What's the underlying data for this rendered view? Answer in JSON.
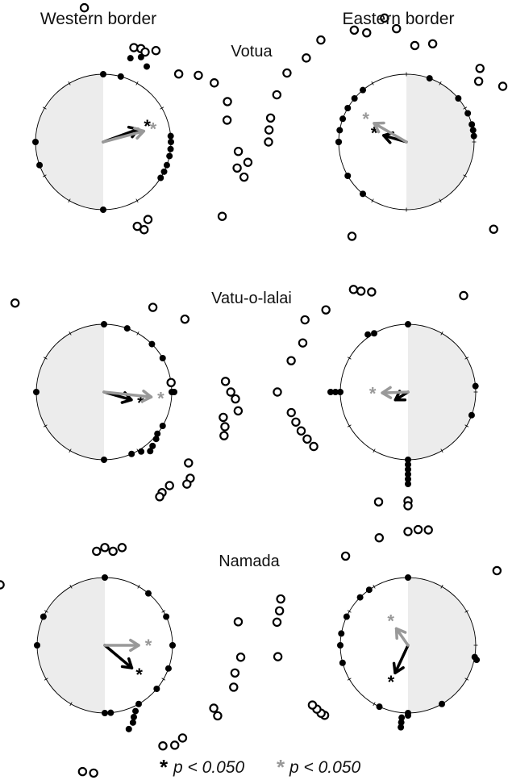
{
  "headers": {
    "left": "Western border",
    "right": "Eastern border"
  },
  "legend": {
    "item1": {
      "symbol": "*",
      "text": "p < 0.050",
      "color": "#000000"
    },
    "item2": {
      "symbol": "*",
      "text": "p < 0.050",
      "color": "#999999"
    }
  },
  "colors": {
    "sector": "#ececec",
    "gray": "#999999",
    "black": "#000000"
  },
  "chart_data": [
    {
      "type": "circular",
      "site": "Votua",
      "border": "Western border",
      "title": "Votua",
      "shaded_half": "left",
      "filled_points": [
        [
          -90,
          0.0
        ],
        [
          -75,
          0.0
        ],
        [
          -72,
          0.42
        ],
        [
          -66,
          0.52
        ],
        [
          -60,
          0.4
        ],
        [
          -5,
          0.0
        ],
        [
          0,
          0.0
        ],
        [
          6,
          0.0
        ],
        [
          12,
          0.0
        ],
        [
          20,
          0.0
        ],
        [
          26,
          0.0
        ],
        [
          32,
          0.0
        ],
        [
          90,
          0.0
        ],
        [
          160,
          0.0
        ],
        [
          180,
          0.0
        ]
      ],
      "open_points": [
        [
          -72,
          0.65
        ],
        [
          -68,
          0.68
        ],
        [
          -65,
          0.65
        ],
        [
          -60,
          0.78
        ],
        [
          -42,
          0.7
        ],
        [
          -35,
          1.0
        ],
        [
          -28,
          1.2
        ],
        [
          -18,
          1.3
        ],
        [
          -10,
          1.2
        ],
        [
          4,
          1.4
        ],
        [
          8,
          1.62
        ],
        [
          11,
          1.42
        ],
        [
          14,
          1.6
        ],
        [
          32,
          1.5
        ],
        [
          60,
          0.45
        ],
        [
          65,
          0.6
        ],
        [
          68,
          0.48
        ],
        [
          262,
          1.4
        ]
      ],
      "arrows": [
        {
          "color": "black",
          "angle": -20,
          "length": 0.55,
          "star": true
        },
        {
          "color": "gray",
          "angle": -15,
          "length": 0.62,
          "star": true
        }
      ]
    },
    {
      "type": "circular",
      "site": "Votua",
      "border": "Eastern border",
      "title": "",
      "shaded_half": "right",
      "filled_points": [
        [
          -10,
          0.0
        ],
        [
          -5,
          0.0
        ],
        [
          180,
          0.0
        ],
        [
          190,
          0.0
        ],
        [
          200,
          0.0
        ],
        [
          210,
          0.0
        ],
        [
          220,
          0.0
        ],
        [
          230,
          0.0
        ],
        [
          130,
          0.0
        ],
        [
          150,
          0.0
        ],
        [
          180,
          0.0
        ],
        [
          -70,
          0.0
        ],
        [
          -40,
          0.0
        ],
        [
          -25,
          0.0
        ],
        [
          -15,
          0.0
        ]
      ],
      "open_points": [
        [
          -85,
          0.6
        ],
        [
          -75,
          0.7
        ],
        [
          -45,
          0.75
        ],
        [
          -40,
          0.55
        ],
        [
          180,
          1.45
        ],
        [
          185,
          1.45
        ],
        [
          190,
          1.45
        ],
        [
          200,
          1.45
        ],
        [
          210,
          1.45
        ],
        [
          220,
          1.3
        ],
        [
          230,
          1.35
        ],
        [
          245,
          1.15
        ],
        [
          250,
          1.0
        ],
        [
          260,
          1.2
        ],
        [
          265,
          0.95
        ],
        [
          120,
          0.85
        ],
        [
          -30,
          0.9
        ],
        [
          45,
          1.15
        ]
      ],
      "arrows": [
        {
          "color": "black",
          "angle": 196,
          "length": 0.35,
          "star": true
        },
        {
          "color": "gray",
          "angle": 210,
          "length": 0.55,
          "star": true
        }
      ]
    },
    {
      "type": "circular",
      "site": "Vatu-o-lalai",
      "border": "Western border",
      "title": "Vatu-o-lalai",
      "shaded_half": "left",
      "filled_points": [
        [
          -90,
          0.0
        ],
        [
          -70,
          0.0
        ],
        [
          -45,
          0.0
        ],
        [
          -30,
          0.0
        ],
        [
          0,
          0.0
        ],
        [
          0,
          0.05
        ],
        [
          30,
          0.0
        ],
        [
          38,
          0.0
        ],
        [
          42,
          0.05
        ],
        [
          48,
          0.1
        ],
        [
          52,
          0.15
        ],
        [
          58,
          0.05
        ],
        [
          66,
          0.0
        ],
        [
          90,
          0.0
        ],
        [
          180,
          0.0
        ]
      ],
      "open_points": [
        [
          -60,
          0.62
        ],
        [
          -42,
          0.85
        ],
        [
          -8,
          0.0
        ],
        [
          -5,
          1.12
        ],
        [
          0,
          1.22
        ],
        [
          3,
          1.32
        ],
        [
          8,
          1.4
        ],
        [
          12,
          1.12
        ],
        [
          16,
          1.2
        ],
        [
          20,
          1.24
        ],
        [
          40,
          0.88
        ],
        [
          45,
          1.12
        ],
        [
          48,
          1.16
        ],
        [
          55,
          0.96
        ],
        [
          60,
          1.0
        ],
        [
          62,
          1.05
        ],
        [
          160,
          1.35
        ],
        [
          225,
          1.2
        ]
      ],
      "arrows": [
        {
          "color": "black",
          "angle": 16,
          "length": 0.42,
          "star": true
        },
        {
          "color": "gray",
          "angle": 6,
          "length": 0.7,
          "star": true
        }
      ]
    },
    {
      "type": "circular",
      "site": "Vatu-o-lalai",
      "border": "Eastern border",
      "title": "",
      "shaded_half": "right",
      "filled_points": [
        [
          -90,
          0.0
        ],
        [
          -120,
          0.0
        ],
        [
          -125,
          0.05
        ],
        [
          -5,
          0.0
        ],
        [
          20,
          0.0
        ],
        [
          90,
          0.0
        ],
        [
          90,
          0.1
        ],
        [
          90,
          0.2
        ],
        [
          90,
          0.3
        ],
        [
          90,
          0.4
        ],
        [
          90,
          0.5
        ],
        [
          180,
          0.0
        ],
        [
          180,
          0.1
        ],
        [
          180,
          0.2
        ]
      ],
      "open_points": [
        [
          -110,
          0.8
        ],
        [
          -115,
          0.9
        ],
        [
          -118,
          1.0
        ],
        [
          -60,
          0.9
        ],
        [
          -30,
          1.1
        ],
        [
          150,
          0.85
        ],
        [
          155,
          0.9
        ],
        [
          160,
          0.95
        ],
        [
          165,
          1.0
        ],
        [
          170,
          1.05
        ],
        [
          180,
          1.3
        ],
        [
          195,
          1.1
        ],
        [
          205,
          1.0
        ],
        [
          215,
          1.2
        ],
        [
          225,
          1.0
        ],
        [
          90,
          0.85
        ],
        [
          90,
          0.95
        ],
        [
          105,
          0.95
        ]
      ],
      "arrows": [
        {
          "color": "black",
          "angle": 148,
          "length": 0.22,
          "star": false
        },
        {
          "color": "gray",
          "angle": 178,
          "length": 0.38,
          "star": true
        }
      ]
    },
    {
      "type": "circular",
      "site": "Namada",
      "border": "Western border",
      "title": "Namada",
      "shaded_half": "left",
      "filled_points": [
        [
          -90,
          0.0
        ],
        [
          -50,
          0.0
        ],
        [
          -25,
          0.0
        ],
        [
          0,
          0.0
        ],
        [
          20,
          0.0
        ],
        [
          40,
          0.0
        ],
        [
          60,
          0.0
        ],
        [
          65,
          0.1
        ],
        [
          68,
          0.2
        ],
        [
          70,
          0.3
        ],
        [
          74,
          0.4
        ],
        [
          85,
          0.0
        ],
        [
          90,
          0.0
        ],
        [
          180,
          0.0
        ],
        [
          205,
          0.0
        ]
      ],
      "open_points": [
        [
          -95,
          0.55
        ],
        [
          -90,
          0.62
        ],
        [
          -85,
          0.55
        ],
        [
          -80,
          0.65
        ],
        [
          -10,
          1.4
        ],
        [
          5,
          1.42
        ],
        [
          12,
          1.35
        ],
        [
          18,
          1.4
        ],
        [
          30,
          1.2
        ],
        [
          32,
          1.35
        ],
        [
          50,
          1.1
        ],
        [
          55,
          1.12
        ],
        [
          60,
          1.0
        ],
        [
          95,
          1.25
        ],
        [
          100,
          1.25
        ],
        [
          170,
          1.45
        ],
        [
          210,
          1.1
        ]
      ],
      "arrows": [
        {
          "color": "black",
          "angle": 40,
          "length": 0.52,
          "star": true
        },
        {
          "color": "gray",
          "angle": 0,
          "length": 0.5,
          "star": true
        }
      ]
    },
    {
      "type": "circular",
      "site": "Namada",
      "border": "Eastern border",
      "title": "",
      "shaded_half": "right",
      "filled_points": [
        [
          -90,
          0.0
        ],
        [
          -125,
          0.0
        ],
        [
          -135,
          0.0
        ],
        [
          -155,
          0.0
        ],
        [
          10,
          0.0
        ],
        [
          12,
          0.05
        ],
        [
          60,
          0.0
        ],
        [
          90,
          0.0
        ],
        [
          90,
          0.05
        ],
        [
          95,
          0.1
        ],
        [
          95,
          0.2
        ],
        [
          95,
          0.3
        ],
        [
          115,
          0.0
        ],
        [
          165,
          0.0
        ],
        [
          180,
          0.0
        ],
        [
          190,
          0.0
        ]
      ],
      "open_points": [
        [
          -105,
          0.9
        ],
        [
          -90,
          0.95
        ],
        [
          -85,
          1.0
        ],
        [
          -80,
          1.02
        ],
        [
          -125,
          0.85
        ],
        [
          -40,
          1.0
        ],
        [
          -25,
          1.1
        ],
        [
          -20,
          1.2
        ],
        [
          -12,
          1.35
        ],
        [
          10,
          1.4
        ],
        [
          140,
          0.85
        ],
        [
          142,
          0.88
        ],
        [
          145,
          0.9
        ],
        [
          148,
          0.93
        ],
        [
          175,
          1.3
        ],
        [
          190,
          1.35
        ],
        [
          195,
          1.35
        ],
        [
          200,
          1.4
        ]
      ],
      "arrows": [
        {
          "color": "black",
          "angle": 115,
          "length": 0.45,
          "star": true
        },
        {
          "color": "gray",
          "angle": 235,
          "length": 0.3,
          "star": true
        }
      ]
    }
  ]
}
